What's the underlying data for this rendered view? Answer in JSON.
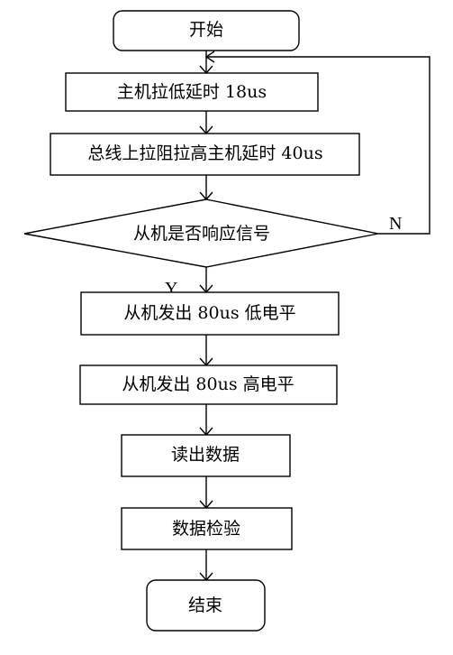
{
  "flowchart": {
    "start": "开始",
    "step_host_low": "主机拉低延时 18us",
    "step_bus_pullup": "总线上拉阻拉高主机延时 40us",
    "decision_slave_response": "从机是否响应信号",
    "branch_no": "N",
    "branch_yes": "Y",
    "step_slave_low": "从机发出 80us 低电平",
    "step_slave_high": "从机发出 80us 高电平",
    "step_read_data": "读出数据",
    "step_check_data": "数据检验",
    "end": "结束"
  }
}
